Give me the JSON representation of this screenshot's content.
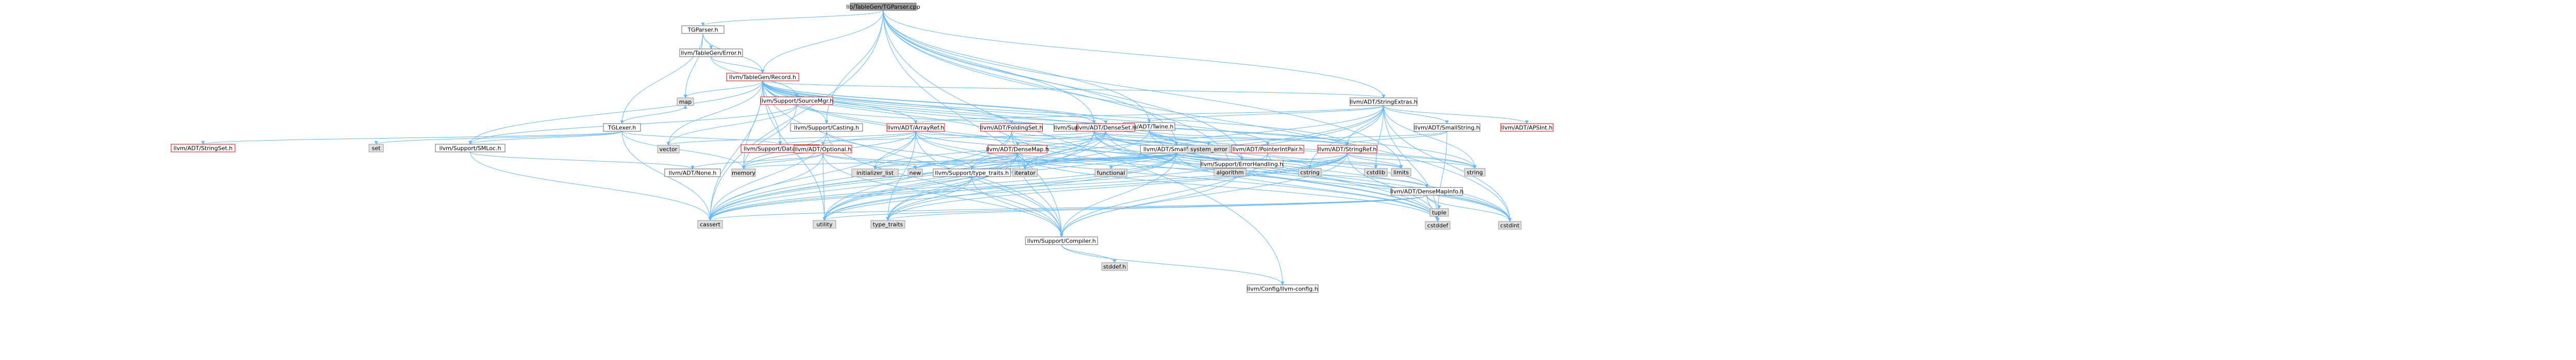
{
  "diagram": {
    "type": "include-dependency-graph",
    "colors": {
      "root_fill": "#999999",
      "project_fill": "#ffffff",
      "project_border": "#666666",
      "incomplete_border": "#ff0000",
      "system_fill": "#e0e0e0",
      "system_border": "#999999",
      "edge": "#63b8ff"
    },
    "nodes": [
      {
        "id": "root",
        "label": "lib/TableGen/TGParser.cpp",
        "kind": "root"
      },
      {
        "id": "tgparser_h",
        "label": "TGParser.h",
        "kind": "project"
      },
      {
        "id": "tgerror_h",
        "label": "llvm/TableGen/Error.h",
        "kind": "project"
      },
      {
        "id": "record_h",
        "label": "llvm/TableGen/Record.h",
        "kind": "incomplete"
      },
      {
        "id": "map",
        "label": "map",
        "kind": "system"
      },
      {
        "id": "sourcemgr_h",
        "label": "llvm/Support/SourceMgr.h",
        "kind": "incomplete"
      },
      {
        "id": "tglexer_h",
        "label": "TGLexer.h",
        "kind": "project"
      },
      {
        "id": "stringextras_h",
        "label": "llvm/ADT/StringExtras.h",
        "kind": "project"
      },
      {
        "id": "rawostream_h",
        "label": "llvm/Support/raw_ostream.h",
        "kind": "project"
      },
      {
        "id": "twine_h",
        "label": "llvm/ADT/Twine.h",
        "kind": "project"
      },
      {
        "id": "stringset_h",
        "label": "llvm/ADT/StringSet.h",
        "kind": "incomplete"
      },
      {
        "id": "set",
        "label": "set",
        "kind": "system"
      },
      {
        "id": "smloc_h",
        "label": "llvm/Support/SMLoc.h",
        "kind": "project"
      },
      {
        "id": "vector",
        "label": "vector",
        "kind": "system"
      },
      {
        "id": "datatypes_h",
        "label": "llvm/Support/DataTypes.h",
        "kind": "incomplete"
      },
      {
        "id": "casting_h",
        "label": "llvm/Support/Casting.h",
        "kind": "project"
      },
      {
        "id": "arrayref_h",
        "label": "llvm/ADT/ArrayRef.h",
        "kind": "incomplete"
      },
      {
        "id": "foldingset_h",
        "label": "llvm/ADT/FoldingSet.h",
        "kind": "incomplete"
      },
      {
        "id": "denseset_h",
        "label": "llvm/ADT/DenseSet.h",
        "kind": "incomplete"
      },
      {
        "id": "optional_h",
        "label": "llvm/ADT/Optional.h",
        "kind": "incomplete"
      },
      {
        "id": "densemap_h",
        "label": "llvm/ADT/DenseMap.h",
        "kind": "incomplete"
      },
      {
        "id": "smallvector_h",
        "label": "llvm/ADT/SmallVector.h",
        "kind": "project"
      },
      {
        "id": "pointerintpair_h",
        "label": "llvm/ADT/PointerIntPair.h",
        "kind": "incomplete"
      },
      {
        "id": "errorhandling_h",
        "label": "llvm/Support/ErrorHandling.h",
        "kind": "project"
      },
      {
        "id": "system_error",
        "label": "system_error",
        "kind": "system"
      },
      {
        "id": "stringref_h",
        "label": "llvm/ADT/StringRef.h",
        "kind": "incomplete"
      },
      {
        "id": "smallstring_h",
        "label": "llvm/ADT/SmallString.h",
        "kind": "project"
      },
      {
        "id": "apsint_h",
        "label": "llvm/ADT/APSInt.h",
        "kind": "incomplete"
      },
      {
        "id": "adtnone_h",
        "label": "llvm/ADT/None.h",
        "kind": "project"
      },
      {
        "id": "memory",
        "label": "memory",
        "kind": "system"
      },
      {
        "id": "initializer_list",
        "label": "initializer_list",
        "kind": "system"
      },
      {
        "id": "new",
        "label": "new",
        "kind": "system"
      },
      {
        "id": "typetraits_h",
        "label": "llvm/Support/type_traits.h",
        "kind": "project"
      },
      {
        "id": "iterator",
        "label": "iterator",
        "kind": "system"
      },
      {
        "id": "functional",
        "label": "functional",
        "kind": "system"
      },
      {
        "id": "algorithm",
        "label": "algorithm",
        "kind": "system"
      },
      {
        "id": "cstring",
        "label": "cstring",
        "kind": "system"
      },
      {
        "id": "cstdlib",
        "label": "cstdlib",
        "kind": "system"
      },
      {
        "id": "limits",
        "label": "limits",
        "kind": "system"
      },
      {
        "id": "string",
        "label": "string",
        "kind": "system"
      },
      {
        "id": "densemapinfo_h",
        "label": "llvm/ADT/DenseMapInfo.h",
        "kind": "project"
      },
      {
        "id": "tuple",
        "label": "tuple",
        "kind": "system"
      },
      {
        "id": "cassert",
        "label": "cassert",
        "kind": "system"
      },
      {
        "id": "utility",
        "label": "utility",
        "kind": "system"
      },
      {
        "id": "type_traits",
        "label": "type_traits",
        "kind": "system"
      },
      {
        "id": "compiler_h",
        "label": "llvm/Support/Compiler.h",
        "kind": "project"
      },
      {
        "id": "cstddef",
        "label": "cstddef",
        "kind": "system"
      },
      {
        "id": "cstdint",
        "label": "cstdint",
        "kind": "system"
      },
      {
        "id": "stddef_h",
        "label": "stddef.h",
        "kind": "system"
      },
      {
        "id": "llvmconfig_h",
        "label": "llvm/Config/llvm-config.h",
        "kind": "project"
      }
    ],
    "edges": [
      [
        "root",
        "tgparser_h"
      ],
      [
        "root",
        "record_h"
      ],
      [
        "root",
        "stringextras_h"
      ],
      [
        "root",
        "casting_h"
      ],
      [
        "root",
        "smallvector_h"
      ],
      [
        "root",
        "rawostream_h"
      ],
      [
        "root",
        "twine_h"
      ],
      [
        "root",
        "cassert"
      ],
      [
        "root",
        "algorithm"
      ],
      [
        "root",
        "cstdint"
      ],
      [
        "root",
        "limits"
      ],
      [
        "root",
        "compiler_h"
      ],
      [
        "root",
        "llvmconfig_h"
      ],
      [
        "root",
        "errorhandling_h"
      ],
      [
        "tgparser_h",
        "tgerror_h"
      ],
      [
        "tgparser_h",
        "record_h"
      ],
      [
        "tgparser_h",
        "map"
      ],
      [
        "tgparser_h",
        "tglexer_h"
      ],
      [
        "tgerror_h",
        "sourcemgr_h"
      ],
      [
        "tgerror_h",
        "record_h"
      ],
      [
        "sourcemgr_h",
        "smloc_h"
      ],
      [
        "sourcemgr_h",
        "vector"
      ],
      [
        "sourcemgr_h",
        "memory"
      ],
      [
        "sourcemgr_h",
        "stringref_h"
      ],
      [
        "tglexer_h",
        "stringset_h"
      ],
      [
        "tglexer_h",
        "set"
      ],
      [
        "tglexer_h",
        "smloc_h"
      ],
      [
        "tglexer_h",
        "datatypes_h"
      ],
      [
        "tglexer_h",
        "map"
      ],
      [
        "tglexer_h",
        "cassert"
      ],
      [
        "tglexer_h",
        "memory"
      ],
      [
        "smloc_h",
        "adtnone_h"
      ],
      [
        "smloc_h",
        "cassert"
      ],
      [
        "record_h",
        "arrayref_h"
      ],
      [
        "record_h",
        "foldingset_h"
      ],
      [
        "record_h",
        "densemap_h"
      ],
      [
        "record_h",
        "denseset_h"
      ],
      [
        "record_h",
        "pointerintpair_h"
      ],
      [
        "record_h",
        "smallvector_h"
      ],
      [
        "record_h",
        "stringextras_h"
      ],
      [
        "record_h",
        "stringref_h"
      ],
      [
        "record_h",
        "casting_h"
      ],
      [
        "record_h",
        "errorhandling_h"
      ],
      [
        "record_h",
        "smloc_h"
      ],
      [
        "record_h",
        "rawostream_h"
      ],
      [
        "record_h",
        "map"
      ],
      [
        "record_h",
        "vector"
      ],
      [
        "record_h",
        "memory"
      ],
      [
        "record_h",
        "cassert"
      ],
      [
        "record_h",
        "cstddef"
      ],
      [
        "record_h",
        "cstdint"
      ],
      [
        "record_h",
        "string"
      ],
      [
        "record_h",
        "utility"
      ],
      [
        "record_h",
        "datatypes_h"
      ],
      [
        "record_h",
        "compiler_h"
      ],
      [
        "stringextras_h",
        "arrayref_h"
      ],
      [
        "stringextras_h",
        "smallstring_h"
      ],
      [
        "stringextras_h",
        "stringref_h"
      ],
      [
        "stringextras_h",
        "twine_h"
      ],
      [
        "stringextras_h",
        "apsint_h"
      ],
      [
        "stringextras_h",
        "cassert"
      ],
      [
        "stringextras_h",
        "cstddef"
      ],
      [
        "stringextras_h",
        "cstdint"
      ],
      [
        "stringextras_h",
        "cstdlib"
      ],
      [
        "stringextras_h",
        "cstring"
      ],
      [
        "stringextras_h",
        "iterator"
      ],
      [
        "stringextras_h",
        "string"
      ],
      [
        "stringextras_h",
        "utility"
      ],
      [
        "rawostream_h",
        "stringref_h"
      ],
      [
        "rawostream_h",
        "datatypes_h"
      ],
      [
        "rawostream_h",
        "cassert"
      ],
      [
        "rawostream_h",
        "cstddef"
      ],
      [
        "rawostream_h",
        "cstdint"
      ],
      [
        "rawostream_h",
        "cstring"
      ],
      [
        "rawostream_h",
        "string"
      ],
      [
        "rawostream_h",
        "system_error"
      ],
      [
        "rawostream_h",
        "type_traits"
      ],
      [
        "twine_h",
        "smallvector_h"
      ],
      [
        "twine_h",
        "stringref_h"
      ],
      [
        "twine_h",
        "errorhandling_h"
      ],
      [
        "twine_h",
        "cassert"
      ],
      [
        "twine_h",
        "cstdint"
      ],
      [
        "twine_h",
        "string"
      ],
      [
        "casting_h",
        "compiler_h"
      ],
      [
        "casting_h",
        "typetraits_h"
      ],
      [
        "casting_h",
        "cassert"
      ],
      [
        "casting_h",
        "memory"
      ],
      [
        "arrayref_h",
        "optional_h"
      ],
      [
        "arrayref_h",
        "smallvector_h"
      ],
      [
        "arrayref_h",
        "algorithm"
      ],
      [
        "arrayref_h",
        "array"
      ],
      [
        "arrayref_h",
        "cassert"
      ],
      [
        "arrayref_h",
        "cstddef"
      ],
      [
        "arrayref_h",
        "initializer_list"
      ],
      [
        "arrayref_h",
        "iterator"
      ],
      [
        "arrayref_h",
        "memory"
      ],
      [
        "arrayref_h",
        "type_traits"
      ],
      [
        "arrayref_h",
        "vector"
      ],
      [
        "arrayref_h",
        "compiler_h"
      ],
      [
        "foldingset_h",
        "smallvector_h"
      ],
      [
        "foldingset_h",
        "iterator"
      ],
      [
        "foldingset_h",
        "cassert"
      ],
      [
        "foldingset_h",
        "cstdint"
      ],
      [
        "foldingset_h",
        "utility"
      ],
      [
        "denseset_h",
        "densemap_h"
      ],
      [
        "denseset_h",
        "densemapinfo_h"
      ],
      [
        "denseset_h",
        "typetraits_h"
      ],
      [
        "denseset_h",
        "algorithm"
      ],
      [
        "denseset_h",
        "cstddef"
      ],
      [
        "denseset_h",
        "initializer_list"
      ],
      [
        "denseset_h",
        "iterator"
      ],
      [
        "denseset_h",
        "utility"
      ],
      [
        "optional_h",
        "adtnone_h"
      ],
      [
        "optional_h",
        "typetraits_h"
      ],
      [
        "optional_h",
        "compiler_h"
      ],
      [
        "optional_h",
        "cassert"
      ],
      [
        "optional_h",
        "memory"
      ],
      [
        "optional_h",
        "new"
      ],
      [
        "optional_h",
        "utility"
      ],
      [
        "densemap_h",
        "densemapinfo_h"
      ],
      [
        "densemap_h",
        "typetraits_h"
      ],
      [
        "densemap_h",
        "compiler_h"
      ],
      [
        "densemap_h",
        "algorithm"
      ],
      [
        "densemap_h",
        "cassert"
      ],
      [
        "densemap_h",
        "cstddef"
      ],
      [
        "densemap_h",
        "initializer_list"
      ],
      [
        "densemap_h",
        "iterator"
      ],
      [
        "densemap_h",
        "new"
      ],
      [
        "densemap_h",
        "type_traits"
      ],
      [
        "densemap_h",
        "utility"
      ],
      [
        "smallvector_h",
        "typetraits_h"
      ],
      [
        "smallvector_h",
        "compiler_h"
      ],
      [
        "smallvector_h",
        "algorithm"
      ],
      [
        "smallvector_h",
        "cassert"
      ],
      [
        "smallvector_h",
        "cstddef"
      ],
      [
        "smallvector_h",
        "cstdlib"
      ],
      [
        "smallvector_h",
        "cstring"
      ],
      [
        "smallvector_h",
        "functional"
      ],
      [
        "smallvector_h",
        "initializer_list"
      ],
      [
        "smallvector_h",
        "iterator"
      ],
      [
        "smallvector_h",
        "limits"
      ],
      [
        "smallvector_h",
        "memory"
      ],
      [
        "smallvector_h",
        "new"
      ],
      [
        "smallvector_h",
        "type_traits"
      ],
      [
        "smallvector_h",
        "utility"
      ],
      [
        "pointerintpair_h",
        "compiler_h"
      ],
      [
        "pointerintpair_h",
        "cassert"
      ],
      [
        "pointerintpair_h",
        "cstdint"
      ],
      [
        "pointerintpair_h",
        "limits"
      ],
      [
        "errorhandling_h",
        "compiler_h"
      ],
      [
        "stringref_h",
        "compiler_h"
      ],
      [
        "stringref_h",
        "algorithm"
      ],
      [
        "stringref_h",
        "cassert"
      ],
      [
        "stringref_h",
        "cstddef"
      ],
      [
        "stringref_h",
        "cstring"
      ],
      [
        "stringref_h",
        "limits"
      ],
      [
        "stringref_h",
        "string"
      ],
      [
        "stringref_h",
        "type_traits"
      ],
      [
        "stringref_h",
        "utility"
      ],
      [
        "stringref_h",
        "climits"
      ],
      [
        "smallstring_h",
        "smallvector_h"
      ],
      [
        "smallstring_h",
        "stringref_h"
      ],
      [
        "smallstring_h",
        "cstddef"
      ],
      [
        "densemapinfo_h",
        "cassert"
      ],
      [
        "densemapinfo_h",
        "cstddef"
      ],
      [
        "densemapinfo_h",
        "cstdint"
      ],
      [
        "densemapinfo_h",
        "tuple"
      ],
      [
        "densemapinfo_h",
        "type_traits"
      ],
      [
        "densemapinfo_h",
        "utility"
      ],
      [
        "typetraits_h",
        "compiler_h"
      ],
      [
        "typetraits_h",
        "type_traits"
      ],
      [
        "typetraits_h",
        "utility"
      ],
      [
        "compiler_h",
        "llvmconfig_h"
      ],
      [
        "compiler_h",
        "stddef_h"
      ]
    ]
  }
}
